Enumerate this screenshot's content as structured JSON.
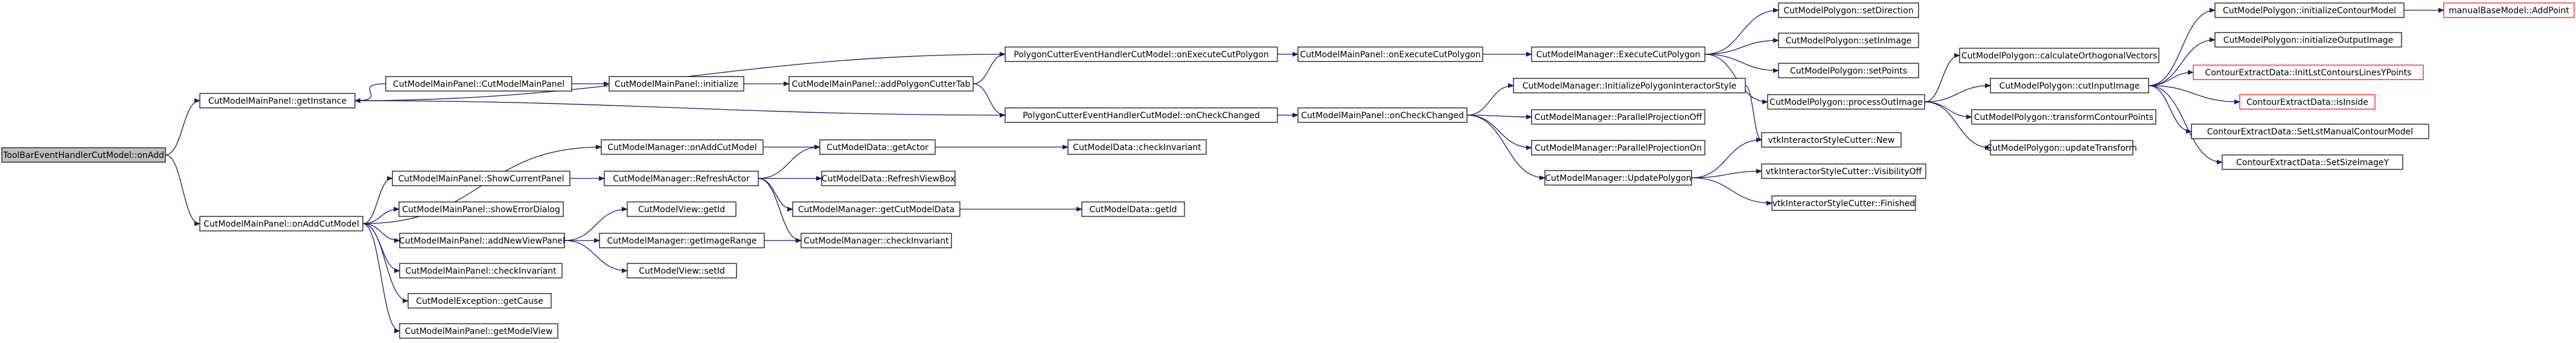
{
  "graph": {
    "nodes": [
      {
        "id": "n0",
        "label": "ToolBarEventHandlerCutModel::onAdd",
        "style": "root"
      },
      {
        "id": "n1",
        "label": "CutModelMainPanel::getInstance",
        "style": "normal"
      },
      {
        "id": "n2",
        "label": "CutModelMainPanel::onAddCutModel",
        "style": "normal"
      },
      {
        "id": "n3",
        "label": "CutModelMainPanel::CutModelMainPanel",
        "style": "normal"
      },
      {
        "id": "n4",
        "label": "CutModelMainPanel::initialize",
        "style": "normal"
      },
      {
        "id": "n5",
        "label": "CutModelMainPanel::addPolygonCutterTab",
        "style": "normal"
      },
      {
        "id": "n6",
        "label": "PolygonCutterEventHandlerCutModel::onExecuteCutPolygon",
        "style": "normal"
      },
      {
        "id": "n7",
        "label": "PolygonCutterEventHandlerCutModel::onCheckChanged",
        "style": "normal"
      },
      {
        "id": "n8",
        "label": "CutModelMainPanel::onExecuteCutPolygon",
        "style": "normal"
      },
      {
        "id": "n9",
        "label": "CutModelMainPanel::onCheckChanged",
        "style": "normal"
      },
      {
        "id": "n10",
        "label": "CutModelManager::ExecuteCutPolygon",
        "style": "normal"
      },
      {
        "id": "n11",
        "label": "CutModelPolygon::setDirection",
        "style": "normal"
      },
      {
        "id": "n12",
        "label": "CutModelPolygon::setInImage",
        "style": "normal"
      },
      {
        "id": "n13",
        "label": "CutModelPolygon::setPoints",
        "style": "normal"
      },
      {
        "id": "n14",
        "label": "CutModelPolygon::processOutImage",
        "style": "normal"
      },
      {
        "id": "n15",
        "label": "CutModelPolygon::calculateOrthogonalVectors",
        "style": "normal"
      },
      {
        "id": "n16",
        "label": "CutModelPolygon::cutInputImage",
        "style": "normal"
      },
      {
        "id": "n17",
        "label": "CutModelPolygon::transformContourPoints",
        "style": "normal"
      },
      {
        "id": "n18",
        "label": "CutModelPolygon::updateTransform",
        "style": "normal"
      },
      {
        "id": "n19",
        "label": "CutModelPolygon::initializeContourModel",
        "style": "normal"
      },
      {
        "id": "n20",
        "label": "manualBaseModel::AddPoint",
        "style": "red"
      },
      {
        "id": "n21",
        "label": "CutModelPolygon::initializeOutputImage",
        "style": "normal"
      },
      {
        "id": "n22",
        "label": "ContourExtractData::InitLstContoursLinesYPoints",
        "style": "red"
      },
      {
        "id": "n23",
        "label": "ContourExtractData::isInside",
        "style": "red"
      },
      {
        "id": "n24",
        "label": "ContourExtractData::SetLstManualContourModel",
        "style": "normal"
      },
      {
        "id": "n25",
        "label": "ContourExtractData::SetSizeImageY",
        "style": "normal"
      },
      {
        "id": "n26",
        "label": "CutModelManager::InitializePolygonInteractorStyle",
        "style": "normal"
      },
      {
        "id": "n27",
        "label": "CutModelManager::ParallelProjectionOff",
        "style": "normal"
      },
      {
        "id": "n28",
        "label": "CutModelManager::ParallelProjectionOn",
        "style": "normal"
      },
      {
        "id": "n29",
        "label": "CutModelManager::UpdatePolygon",
        "style": "normal"
      },
      {
        "id": "n30",
        "label": "vtkInteractorStyleCutter::New",
        "style": "normal"
      },
      {
        "id": "n31",
        "label": "vtkInteractorStyleCutter::VisibilityOff",
        "style": "normal"
      },
      {
        "id": "n32",
        "label": "vtkInteractorStyleCutter::Finished",
        "style": "normal"
      },
      {
        "id": "n33",
        "label": "CutModelManager::onAddCutModel",
        "style": "normal"
      },
      {
        "id": "n34",
        "label": "CutModelMainPanel::ShowCurrentPanel",
        "style": "normal"
      },
      {
        "id": "n35",
        "label": "CutModelMainPanel::showErrorDialog",
        "style": "normal"
      },
      {
        "id": "n36",
        "label": "CutModelMainPanel::addNewViewPanel",
        "style": "normal"
      },
      {
        "id": "n37",
        "label": "CutModelMainPanel::checkInvariant",
        "style": "normal"
      },
      {
        "id": "n38",
        "label": "CutModelException::getCause",
        "style": "normal"
      },
      {
        "id": "n39",
        "label": "CutModelMainPanel::getModelView",
        "style": "normal"
      },
      {
        "id": "n40",
        "label": "CutModelManager::RefreshActor",
        "style": "normal"
      },
      {
        "id": "n41",
        "label": "CutModelView::getId",
        "style": "normal"
      },
      {
        "id": "n42",
        "label": "CutModelManager::getImageRange",
        "style": "normal"
      },
      {
        "id": "n43",
        "label": "CutModelView::setId",
        "style": "normal"
      },
      {
        "id": "n44",
        "label": "CutModelData::getActor",
        "style": "normal"
      },
      {
        "id": "n45",
        "label": "CutModelData::RefreshViewBox",
        "style": "normal"
      },
      {
        "id": "n46",
        "label": "CutModelManager::getCutModelData",
        "style": "normal"
      },
      {
        "id": "n47",
        "label": "CutModelManager::checkInvariant",
        "style": "normal"
      },
      {
        "id": "n48",
        "label": "CutModelData::checkInvariant",
        "style": "normal"
      },
      {
        "id": "n49",
        "label": "CutModelData::getId",
        "style": "normal"
      }
    ],
    "edges": [
      [
        "n0",
        "n1"
      ],
      [
        "n0",
        "n2"
      ],
      [
        "n3",
        "n1"
      ],
      [
        "n3",
        "n4"
      ],
      [
        "n4",
        "n5"
      ],
      [
        "n5",
        "n6"
      ],
      [
        "n5",
        "n7"
      ],
      [
        "n6",
        "n1"
      ],
      [
        "n6",
        "n8"
      ],
      [
        "n7",
        "n1"
      ],
      [
        "n7",
        "n9"
      ],
      [
        "n8",
        "n10"
      ],
      [
        "n10",
        "n11"
      ],
      [
        "n10",
        "n12"
      ],
      [
        "n10",
        "n13"
      ],
      [
        "n10",
        "n14"
      ],
      [
        "n14",
        "n15"
      ],
      [
        "n14",
        "n16"
      ],
      [
        "n14",
        "n17"
      ],
      [
        "n14",
        "n18"
      ],
      [
        "n16",
        "n19"
      ],
      [
        "n16",
        "n21"
      ],
      [
        "n16",
        "n22"
      ],
      [
        "n16",
        "n23"
      ],
      [
        "n16",
        "n24"
      ],
      [
        "n16",
        "n25"
      ],
      [
        "n19",
        "n20"
      ],
      [
        "n9",
        "n26"
      ],
      [
        "n9",
        "n27"
      ],
      [
        "n9",
        "n28"
      ],
      [
        "n9",
        "n29"
      ],
      [
        "n26",
        "n30"
      ],
      [
        "n29",
        "n30"
      ],
      [
        "n29",
        "n31"
      ],
      [
        "n29",
        "n32"
      ],
      [
        "n2",
        "n33"
      ],
      [
        "n2",
        "n34"
      ],
      [
        "n2",
        "n35"
      ],
      [
        "n2",
        "n36"
      ],
      [
        "n2",
        "n37"
      ],
      [
        "n2",
        "n38"
      ],
      [
        "n2",
        "n39"
      ],
      [
        "n33",
        "n44"
      ],
      [
        "n34",
        "n40"
      ],
      [
        "n40",
        "n44"
      ],
      [
        "n40",
        "n45"
      ],
      [
        "n40",
        "n46"
      ],
      [
        "n40",
        "n47"
      ],
      [
        "n44",
        "n48"
      ],
      [
        "n46",
        "n49"
      ],
      [
        "n36",
        "n41"
      ],
      [
        "n36",
        "n42"
      ],
      [
        "n36",
        "n43"
      ],
      [
        "n42",
        "n47"
      ]
    ]
  }
}
